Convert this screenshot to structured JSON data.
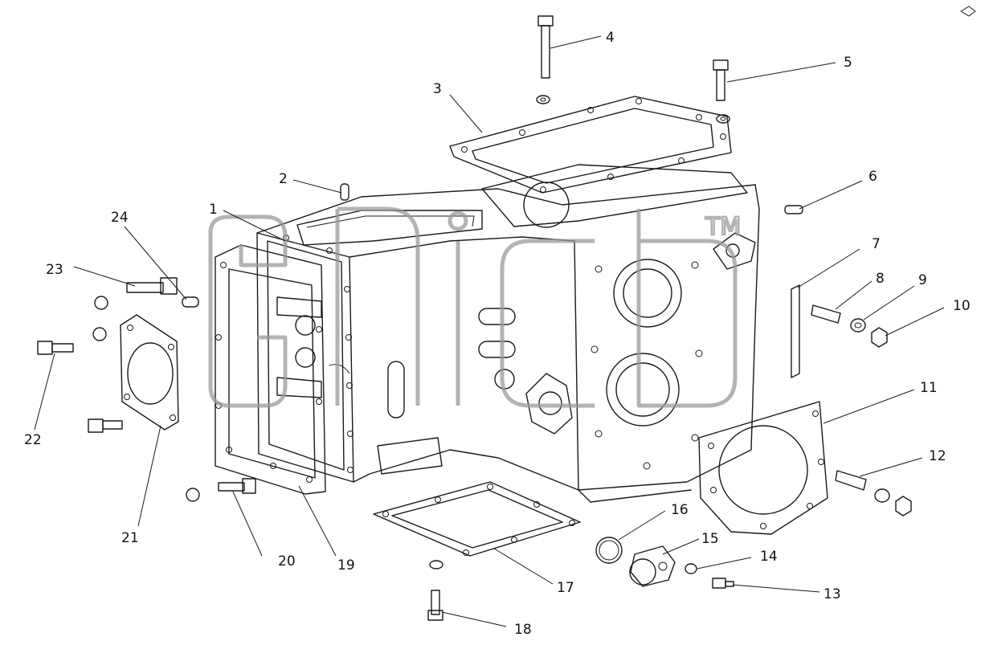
{
  "watermark": {
    "tm": "TM",
    "color": "#9a9a9a"
  },
  "callouts": [
    {
      "id": "c1",
      "label": "1"
    },
    {
      "id": "c2",
      "label": "2"
    },
    {
      "id": "c3",
      "label": "3"
    },
    {
      "id": "c4",
      "label": "4"
    },
    {
      "id": "c5",
      "label": "5"
    },
    {
      "id": "c6",
      "label": "6"
    },
    {
      "id": "c7",
      "label": "7"
    },
    {
      "id": "c8",
      "label": "8"
    },
    {
      "id": "c9",
      "label": "9"
    },
    {
      "id": "c10",
      "label": "10"
    },
    {
      "id": "c11",
      "label": "11"
    },
    {
      "id": "c12",
      "label": "12"
    },
    {
      "id": "c13",
      "label": "13"
    },
    {
      "id": "c14",
      "label": "14"
    },
    {
      "id": "c15",
      "label": "15"
    },
    {
      "id": "c16",
      "label": "16"
    },
    {
      "id": "c17",
      "label": "17"
    },
    {
      "id": "c18",
      "label": "18"
    },
    {
      "id": "c19",
      "label": "19"
    },
    {
      "id": "c20",
      "label": "20"
    },
    {
      "id": "c21",
      "label": "21"
    },
    {
      "id": "c22",
      "label": "22"
    },
    {
      "id": "c23",
      "label": "23"
    },
    {
      "id": "c24",
      "label": "24"
    }
  ],
  "colors": {
    "line": "#1a1a1a",
    "background": "#ffffff"
  }
}
